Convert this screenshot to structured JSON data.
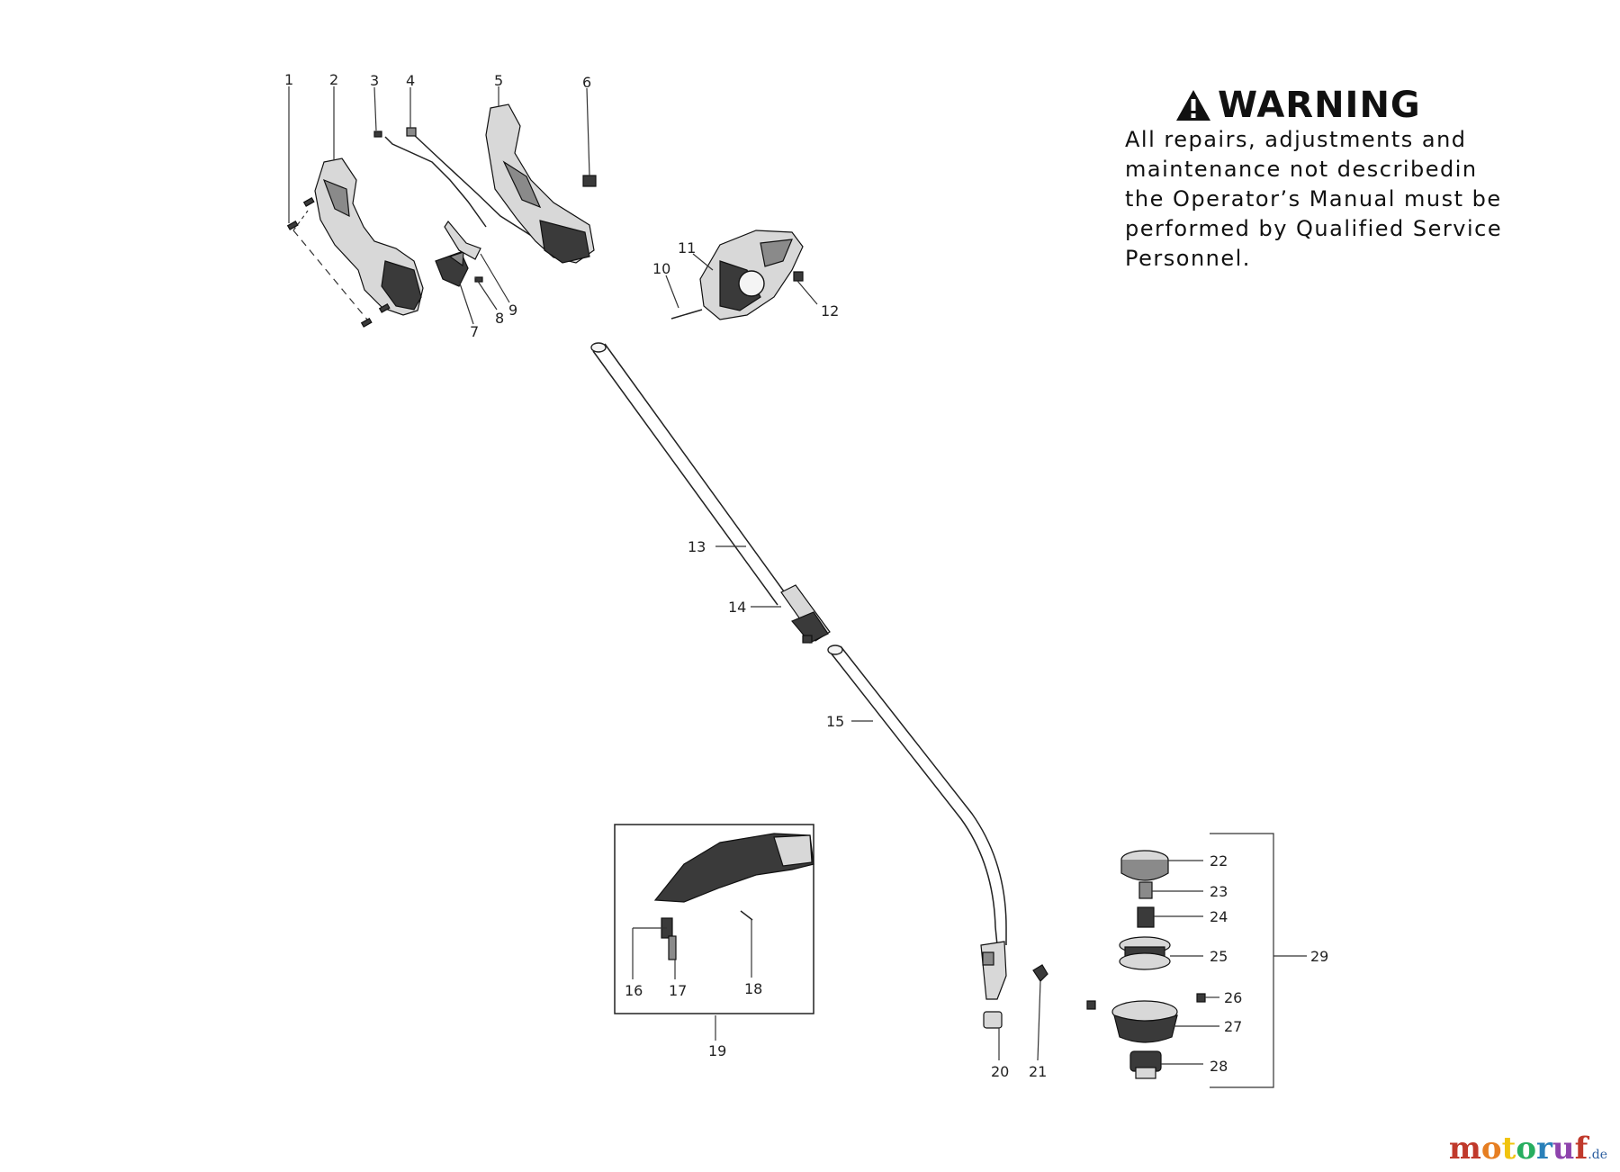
{
  "warning": {
    "title": "WARNING",
    "lines": [
      "All repairs, adjustments and",
      "maintenance not describedin",
      "the Operator’s Manual must be",
      "performed by Qualified Service",
      "Personnel."
    ]
  },
  "callouts": [
    "1",
    "2",
    "3",
    "4",
    "5",
    "6",
    "7",
    "8",
    "9",
    "10",
    "11",
    "12",
    "13",
    "14",
    "15",
    "16",
    "17",
    "18",
    "19",
    "20",
    "21",
    "22",
    "23",
    "24",
    "25",
    "26",
    "27",
    "28",
    "29"
  ],
  "watermark": {
    "letters": [
      "m",
      "o",
      "t",
      "o",
      "r",
      "u",
      "f"
    ],
    "colors": [
      "#c0392b",
      "#e67e22",
      "#f1c40f",
      "#27ae60",
      "#2980b9",
      "#8e44ad",
      "#c0392b"
    ],
    "suffix": ".de"
  }
}
